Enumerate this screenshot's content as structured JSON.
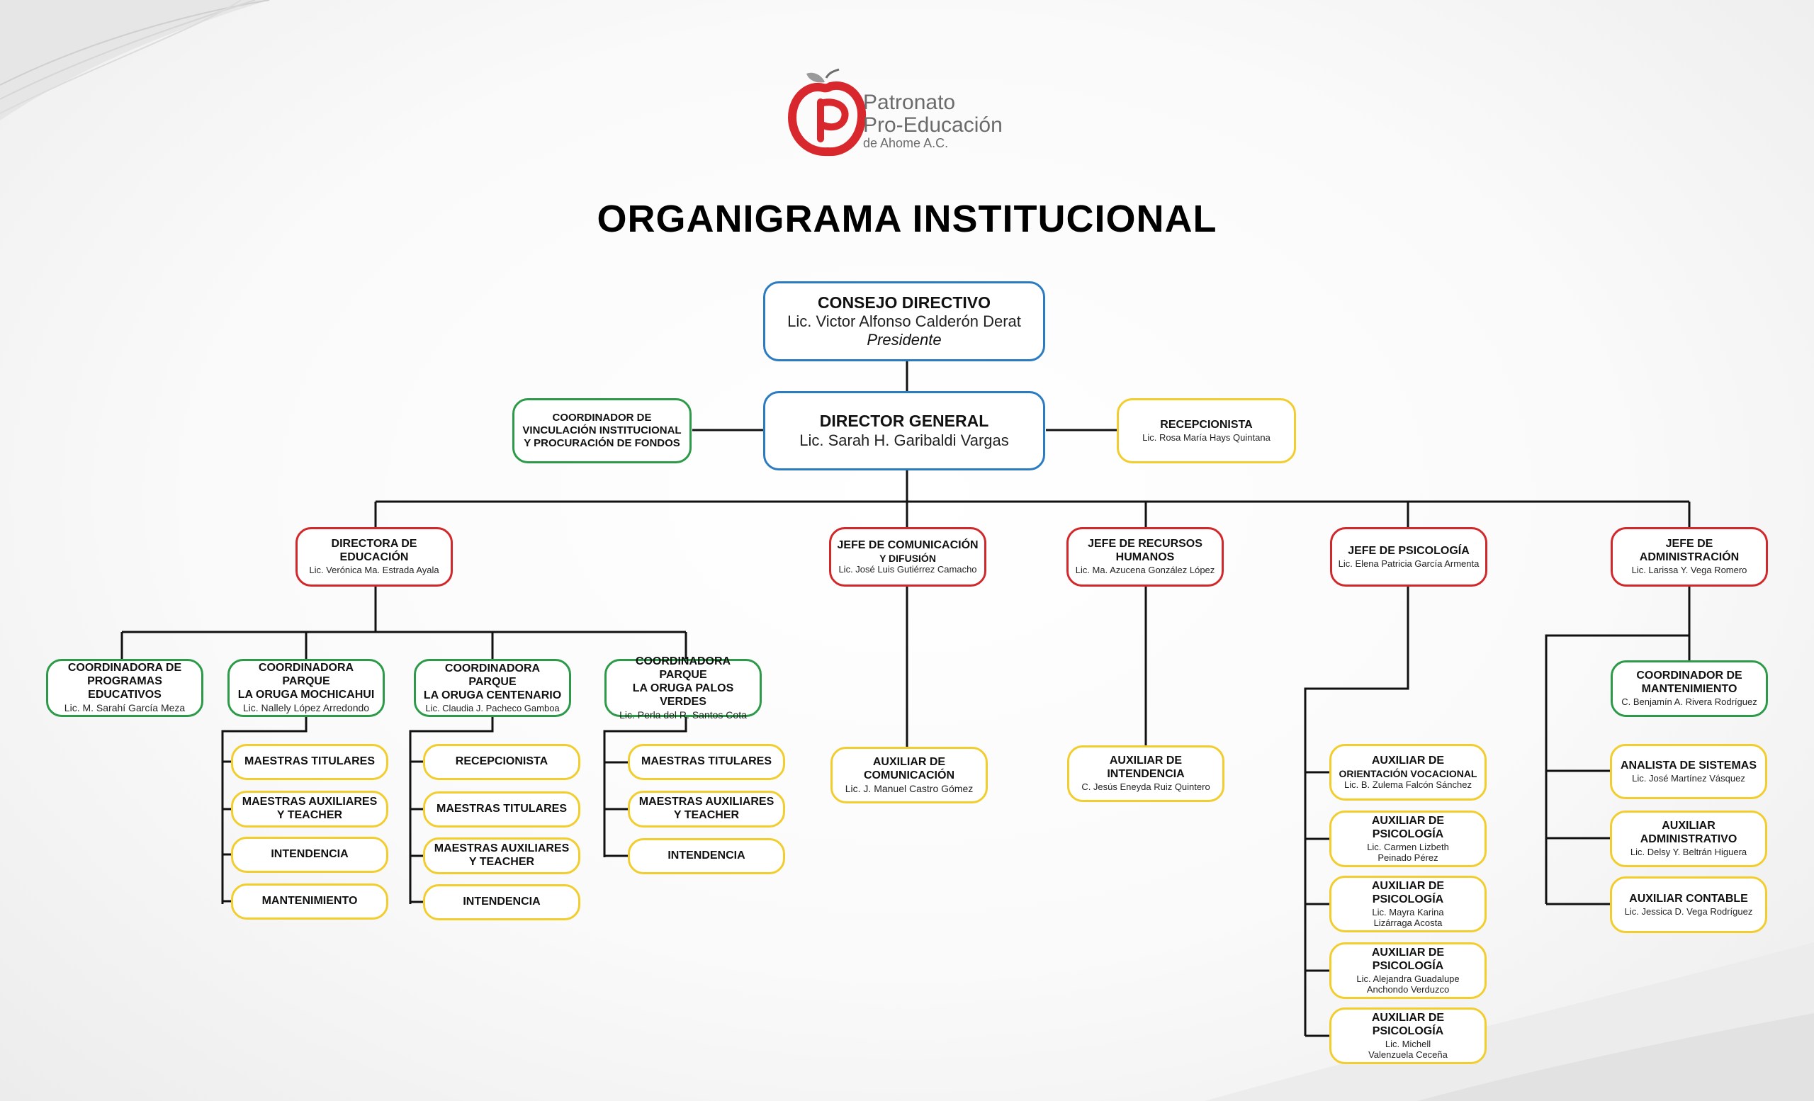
{
  "logo": {
    "line1": "Patronato",
    "line2": "Pro-Educación",
    "line3": "de Ahome A.C.",
    "colors": {
      "apple": "#d8282e",
      "text": "#6b6b6b"
    }
  },
  "title": "ORGANIGRAMA INSTITUCIONAL",
  "colors": {
    "blue": "#2a7bc2",
    "green": "#2c9a48",
    "red": "#d0282b",
    "yellow": "#f2cd2e",
    "line": "#111111"
  },
  "nodes": {
    "consejo": {
      "title": "CONSEJO DIRECTIVO",
      "name": "Lic. Victor Alfonso Calderón Derat",
      "role": "Presidente"
    },
    "director": {
      "title": "DIRECTOR GENERAL",
      "name": "Lic. Sarah H. Garibaldi Vargas"
    },
    "vinculacion": {
      "title1": "COORDINADOR DE",
      "title2": "VINCULACIÓN INSTITUCIONAL",
      "title3": "Y PROCURACIÓN DE FONDOS"
    },
    "recepcionista_top": {
      "title": "RECEPCIONISTA",
      "name": "Lic. Rosa María Hays Quintana"
    },
    "educacion": {
      "title1": "DIRECTORA DE",
      "title2": "EDUCACIÓN",
      "name": "Lic. Verónica Ma. Estrada Ayala"
    },
    "comunicacion": {
      "title1": "JEFE DE COMUNICACIÓN",
      "title2": "Y DIFUSIÓN",
      "name": "Lic. José Luis Gutiérrez Camacho"
    },
    "rrhh": {
      "title1": "JEFE DE RECURSOS",
      "title2": "HUMANOS",
      "name": "Lic. Ma. Azucena González López"
    },
    "psicologia": {
      "title": "JEFE DE PSICOLOGÍA",
      "name": "Lic. Elena Patricia García Armenta"
    },
    "administracion": {
      "title1": "JEFE DE",
      "title2": "ADMINISTRACIÓN",
      "name": "Lic. Larissa Y. Vega Romero"
    },
    "programas": {
      "title1": "COORDINADORA DE",
      "title2": "PROGRAMAS EDUCATIVOS",
      "name": "Lic. M. Sarahí García Meza"
    },
    "mochicahui": {
      "title1": "COORDINADORA PARQUE",
      "title2": "LA ORUGA MOCHICAHUI",
      "name": "Lic. Nallely López Arredondo"
    },
    "centenario": {
      "title1": "COORDINADORA PARQUE",
      "title2": "LA ORUGA CENTENARIO",
      "name": "Lic. Claudia J. Pacheco Gamboa"
    },
    "palosverdes": {
      "title1": "COORDINADORA PARQUE",
      "title2": "LA ORUGA PALOS VERDES",
      "name": "Lic. Perla del R. Santos Cota"
    },
    "moch_items": [
      "MAESTRAS TITULARES",
      "MAESTRAS AUXILIARES\nY TEACHER",
      "INTENDENCIA",
      "MANTENIMIENTO"
    ],
    "cent_items": [
      "RECEPCIONISTA",
      "MAESTRAS TITULARES",
      "MAESTRAS AUXILIARES\nY TEACHER",
      "INTENDENCIA"
    ],
    "palos_items": [
      "MAESTRAS TITULARES",
      "MAESTRAS AUXILIARES\nY TEACHER",
      "INTENDENCIA"
    ],
    "aux_comunicacion": {
      "title1": "AUXILIAR DE",
      "title2": "COMUNICACIÓN",
      "name": "Lic. J. Manuel Castro Gómez"
    },
    "aux_intendencia": {
      "title1": "AUXILIAR DE",
      "title2": "INTENDENCIA",
      "name": "C. Jesús Eneyda Ruiz Quintero"
    },
    "psico_items": [
      {
        "title1": "AUXILIAR DE",
        "title2": "ORIENTACIÓN VOCACIONAL",
        "name1": "Lic. B. Zulema Falcón Sánchez",
        "name2": ""
      },
      {
        "title1": "AUXILIAR DE PSICOLOGÍA",
        "title2": "",
        "name1": "Lic. Carmen Lizbeth",
        "name2": "Peinado Pérez"
      },
      {
        "title1": "AUXILIAR DE PSICOLOGÍA",
        "title2": "",
        "name1": "Lic. Mayra Karina",
        "name2": "Lizárraga Acosta"
      },
      {
        "title1": "AUXILIAR DE PSICOLOGÍA",
        "title2": "",
        "name1": "Lic. Alejandra Guadalupe",
        "name2": "Anchondo Verduzco"
      },
      {
        "title1": "AUXILIAR DE PSICOLOGÍA",
        "title2": "",
        "name1": "Lic. Michell",
        "name2": "Valenzuela Ceceña"
      }
    ],
    "mantenimiento": {
      "title1": "COORDINADOR DE",
      "title2": "MANTENIMIENTO",
      "name": "C. Benjamín A. Rivera Rodríguez"
    },
    "admin_items": [
      {
        "title1": "ANALISTA DE SISTEMAS",
        "title2": "",
        "name": "Lic. José Martínez Vásquez"
      },
      {
        "title1": "AUXILIAR",
        "title2": "ADMINISTRATIVO",
        "name": "Lic. Delsy Y. Beltrán Higuera"
      },
      {
        "title1": "AUXILIAR CONTABLE",
        "title2": "",
        "name": "Lic. Jessica D. Vega Rodríguez"
      }
    ]
  }
}
